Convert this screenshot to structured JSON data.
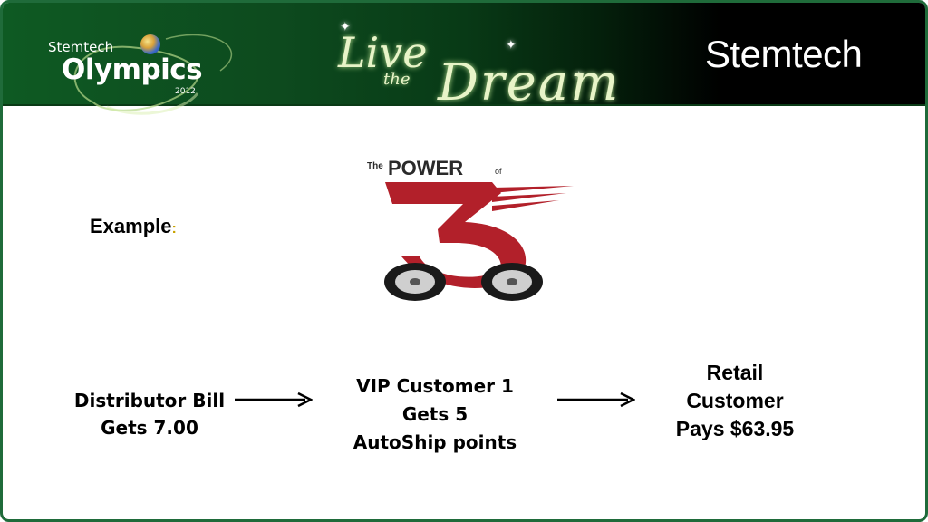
{
  "header": {
    "olympics_brand": "Stemtech",
    "olympics_title": "Olympics",
    "olympics_year": "2012",
    "slogan_live": "Live",
    "slogan_the": "the",
    "slogan_dream": "Dream",
    "company_logo": "Stemtech",
    "colors": {
      "banner_green": "#0e5a23",
      "banner_black": "#000000",
      "border": "#1f6b3a"
    }
  },
  "content": {
    "example_label": "Example",
    "example_colon": ":",
    "logo": {
      "the": "The",
      "power": "POWER",
      "of": "of",
      "number": "3",
      "colors": {
        "red": "#b2202a",
        "dark": "#2a2a2a"
      }
    },
    "flow": [
      {
        "line1": "Distributor Bill",
        "line2": "Gets 7.00"
      },
      {
        "line1": "VIP Customer 1",
        "line2": "Gets 5",
        "line3": "AutoShip points"
      },
      {
        "line1": "Retail",
        "line2": "Customer",
        "line3": "Pays $63.95"
      }
    ]
  }
}
